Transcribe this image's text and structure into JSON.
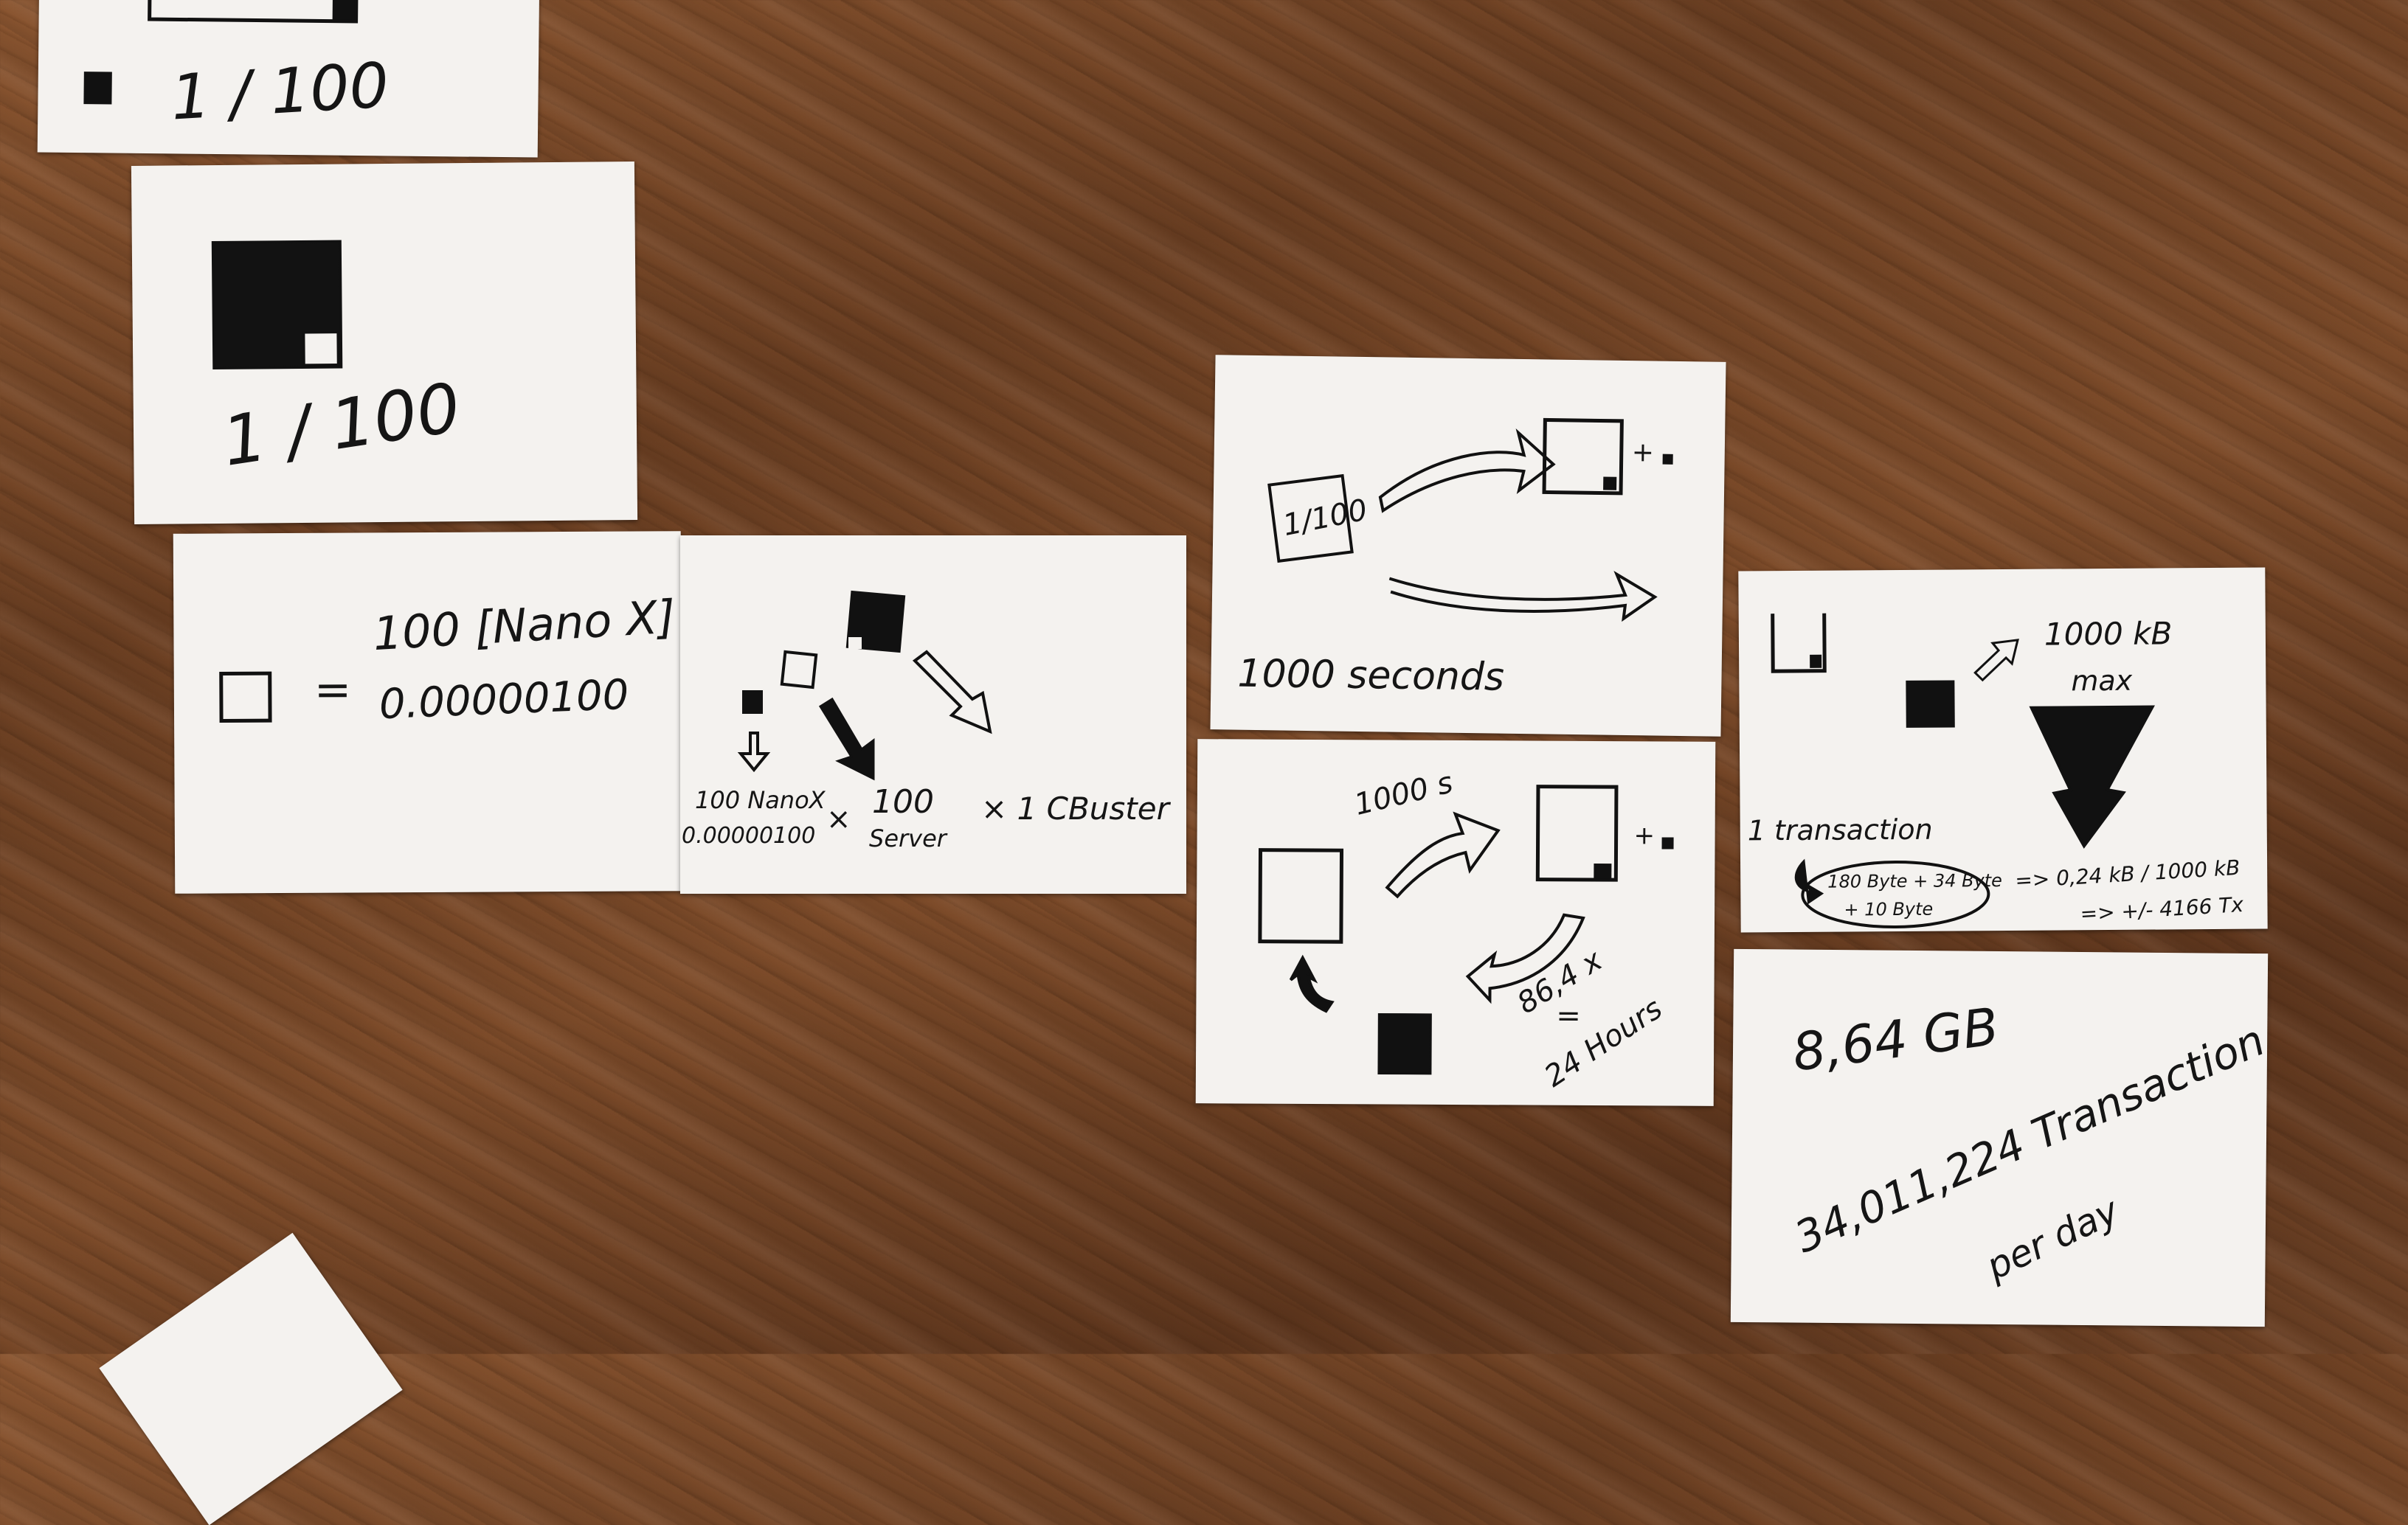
{
  "photo": {
    "card_a": {
      "fraction": "1 / 100"
    },
    "card_b": {
      "fraction": "1 / 100"
    },
    "card_c": {
      "amount": "100 [Nano X]",
      "decimal": "0.00000100",
      "equals": "="
    },
    "card_d": {
      "nanox": "100 NanoX",
      "decimal": "0.00000100",
      "times1": "×",
      "servers": "100",
      "server_label": "Server",
      "times2": "× 1 CBuster"
    },
    "card_e": {
      "box_label": "1/100",
      "plus": "+",
      "duration": "1000 seconds"
    },
    "card_f": {
      "duration": "1000 s",
      "plus": "+",
      "multiplier": "86,4 x",
      "equals": "=",
      "hours": "24 Hours"
    },
    "card_g": {
      "size": "1000 kB",
      "max": "max",
      "transaction": "1 transaction",
      "breakdown1": "180 Byte + 34 Byte",
      "breakdown2": "+ 10 Byte",
      "result1": "=> 0,24 kB / 1000 kB",
      "result2": "=> +/- 4166 Tx"
    },
    "card_h": {
      "gb": "8,64 GB",
      "tx": "34,011,224 Transaction",
      "per_day": "per day"
    }
  }
}
